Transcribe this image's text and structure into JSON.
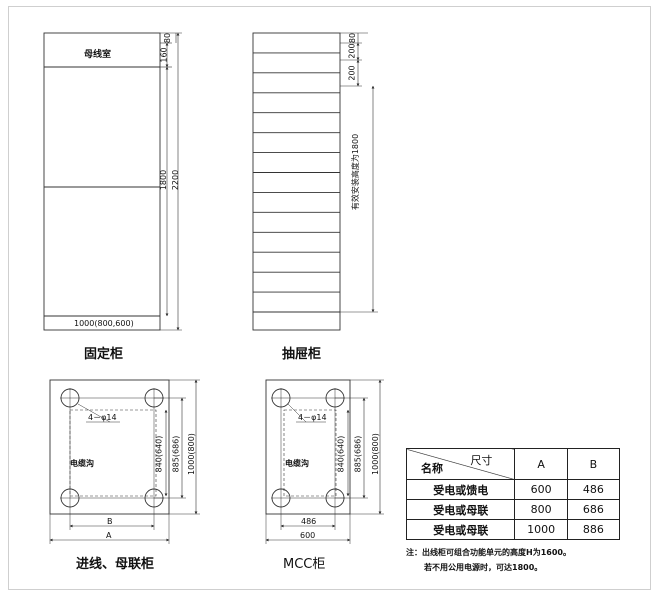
{
  "fixed_cabinet": {
    "compartment_label": "母线室",
    "dim_160": "160",
    "dim_80": "80",
    "dim_1800": "1800",
    "dim_2200": "2200",
    "width_label": "1000(800,600)",
    "caption": "固定柜"
  },
  "drawer_cabinet": {
    "dim_80": "80",
    "dim_200_a": "200",
    "dim_200_b": "200",
    "effective_height_label": "有效安装高度为1800",
    "caption": "抽屉柜",
    "drawer_rows": 14
  },
  "incoming_plan": {
    "hole_label": "4－φ14",
    "trench_label": "电缆沟",
    "dim_840": "840(640)",
    "dim_885": "885(686)",
    "dim_1000": "1000(800)",
    "dim_b": "B",
    "dim_a": "A",
    "caption": "进线、母联柜"
  },
  "mcc_plan": {
    "hole_label": "4－φ14",
    "trench_label": "电缆沟",
    "dim_840": "840(640)",
    "dim_885": "885(686)",
    "dim_1000": "1000(800)",
    "dim_486": "486",
    "dim_600": "600",
    "caption": "MCC柜"
  },
  "spec_table": {
    "header_size": "尺寸",
    "header_name": "名称",
    "col_a": "A",
    "col_b": "B",
    "rows": [
      {
        "name": "受电或馈电",
        "a": "600",
        "b": "486"
      },
      {
        "name": "受电或母联",
        "a": "800",
        "b": "686"
      },
      {
        "name": "受电或母联",
        "a": "1000",
        "b": "886"
      }
    ]
  },
  "notes": {
    "line1": "注：出线柜可组合功能单元的高度H为1600。",
    "line2": "若不用公用电源时，可达1800。"
  }
}
